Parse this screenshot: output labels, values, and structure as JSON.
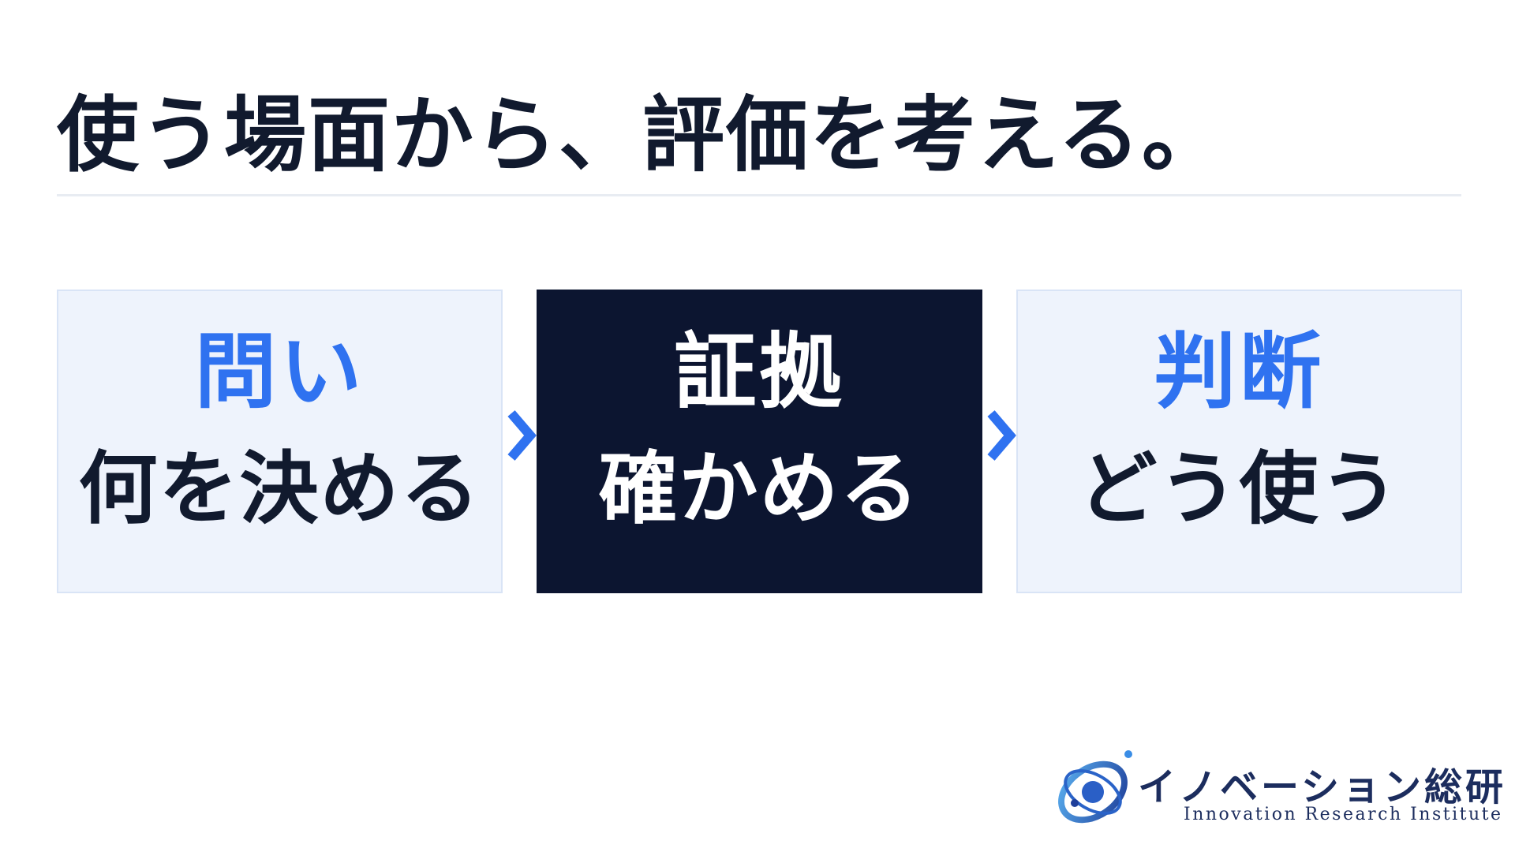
{
  "title": "使う場面から、評価を考える。",
  "steps": [
    {
      "heading": "問い",
      "sub": "何を決める"
    },
    {
      "heading": "証拠",
      "sub": "確かめる"
    },
    {
      "heading": "判断",
      "sub": "どう使う"
    }
  ],
  "logo": {
    "name": "イノベーション総研",
    "subtitle": "Innovation Research Institute"
  },
  "colors": {
    "accent": "#2f72f0",
    "dark_card": "#0c1530",
    "light_card": "#eef3fc",
    "text": "#111a2e"
  }
}
